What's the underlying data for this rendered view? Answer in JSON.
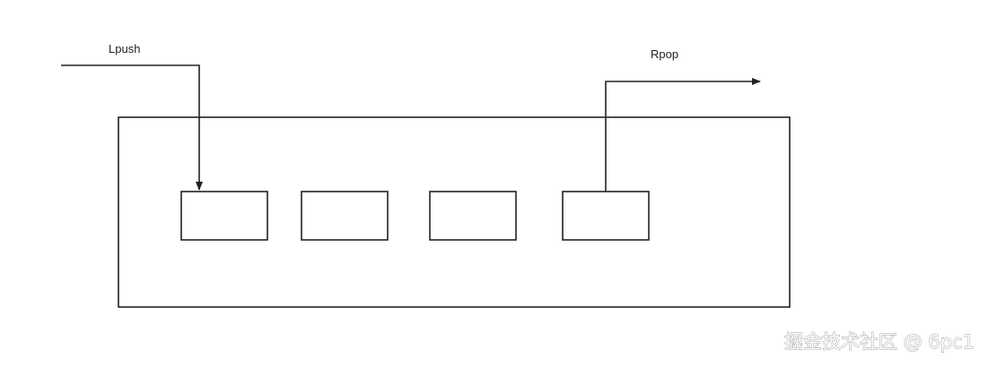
{
  "labels": {
    "push": "Lpush",
    "pop": "Rpop"
  },
  "slot_count": 4,
  "watermark": "掘金技术社区 @ 6pc1",
  "colors": {
    "stroke": "#222222",
    "background": "#ffffff"
  }
}
